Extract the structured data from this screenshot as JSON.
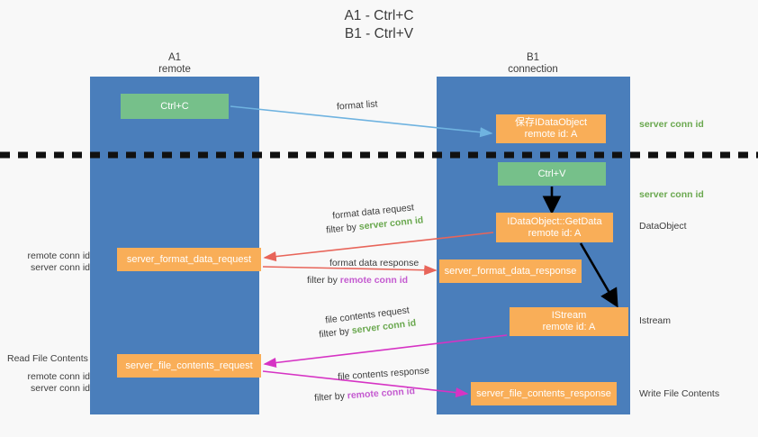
{
  "title": "A1 - Ctrl+C\nB1 - Ctrl+V",
  "lanes": {
    "left": {
      "name": "A1",
      "role": "remote",
      "header": "A1\nremote"
    },
    "right": {
      "name": "B1",
      "role": "connection",
      "header": "B1\nconnection"
    }
  },
  "boxes": {
    "ctrl_c": "Ctrl+C",
    "save_dataobject": "保存IDataObject\nremote id: A",
    "ctrl_v": "Ctrl+V",
    "getdata": "IDataObject::GetData\nremote id: A",
    "format_data_request": "server_format_data_request",
    "format_data_response": "server_format_data_response",
    "istream": "IStream\nremote id: A",
    "file_contents_request": "server_file_contents_request",
    "file_contents_response": "server_file_contents_response"
  },
  "arrow_labels": {
    "format_list": "format list",
    "format_data_request_title": "format data request",
    "format_data_request_filter_prefix": "filter by ",
    "format_data_request_filter_value": "server conn id",
    "format_data_response_title": "format data response",
    "format_data_response_filter_prefix": "filter by ",
    "format_data_response_filter_value": "remote conn id",
    "file_contents_request_title": "file contents request",
    "file_contents_request_filter_prefix": "filter by ",
    "file_contents_request_filter_value": "server conn id",
    "file_contents_response_title": "file contents response",
    "file_contents_response_filter_prefix": "filter by ",
    "file_contents_response_filter_value": "remote conn id"
  },
  "right_notes": {
    "server_conn_id_top": "server conn id",
    "server_conn_id_mid": "server conn id",
    "dataobject": "DataObject",
    "istream": "Istream",
    "write_file_contents": "Write File Contents"
  },
  "left_notes": {
    "conn_ids_upper": "remote conn id\nserver conn id",
    "read_file_contents": "Read File Contents",
    "conn_ids_lower": "remote conn id\nserver conn id"
  },
  "colors": {
    "lane": "#4a7ebb",
    "green_box": "#76c08a",
    "orange_box": "#f9ae58",
    "server_conn_id": "#6aa84f",
    "remote_conn_id": "#c45ad0",
    "arrow_blue": "#6fb3e0",
    "arrow_red": "#e8655a",
    "arrow_magenta": "#d633c4",
    "arrow_black": "#000000",
    "divider": "#111111",
    "background": "#f8f8f8"
  }
}
